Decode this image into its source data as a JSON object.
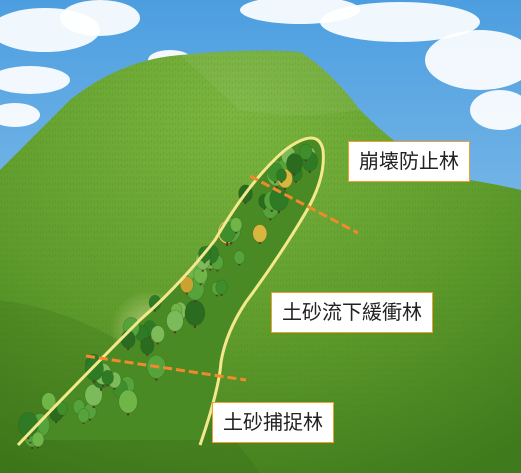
{
  "labels": {
    "top": "崩壊防止林",
    "middle": "土砂流下緩衝林",
    "bottom": "土砂捕捉林"
  },
  "colors": {
    "sky": "#6fb3e6",
    "mountain": "#5d9a2e",
    "zone_outline": "#f2e58a",
    "boundary_line": "#f08a2c",
    "label_border": "#f0a030"
  }
}
